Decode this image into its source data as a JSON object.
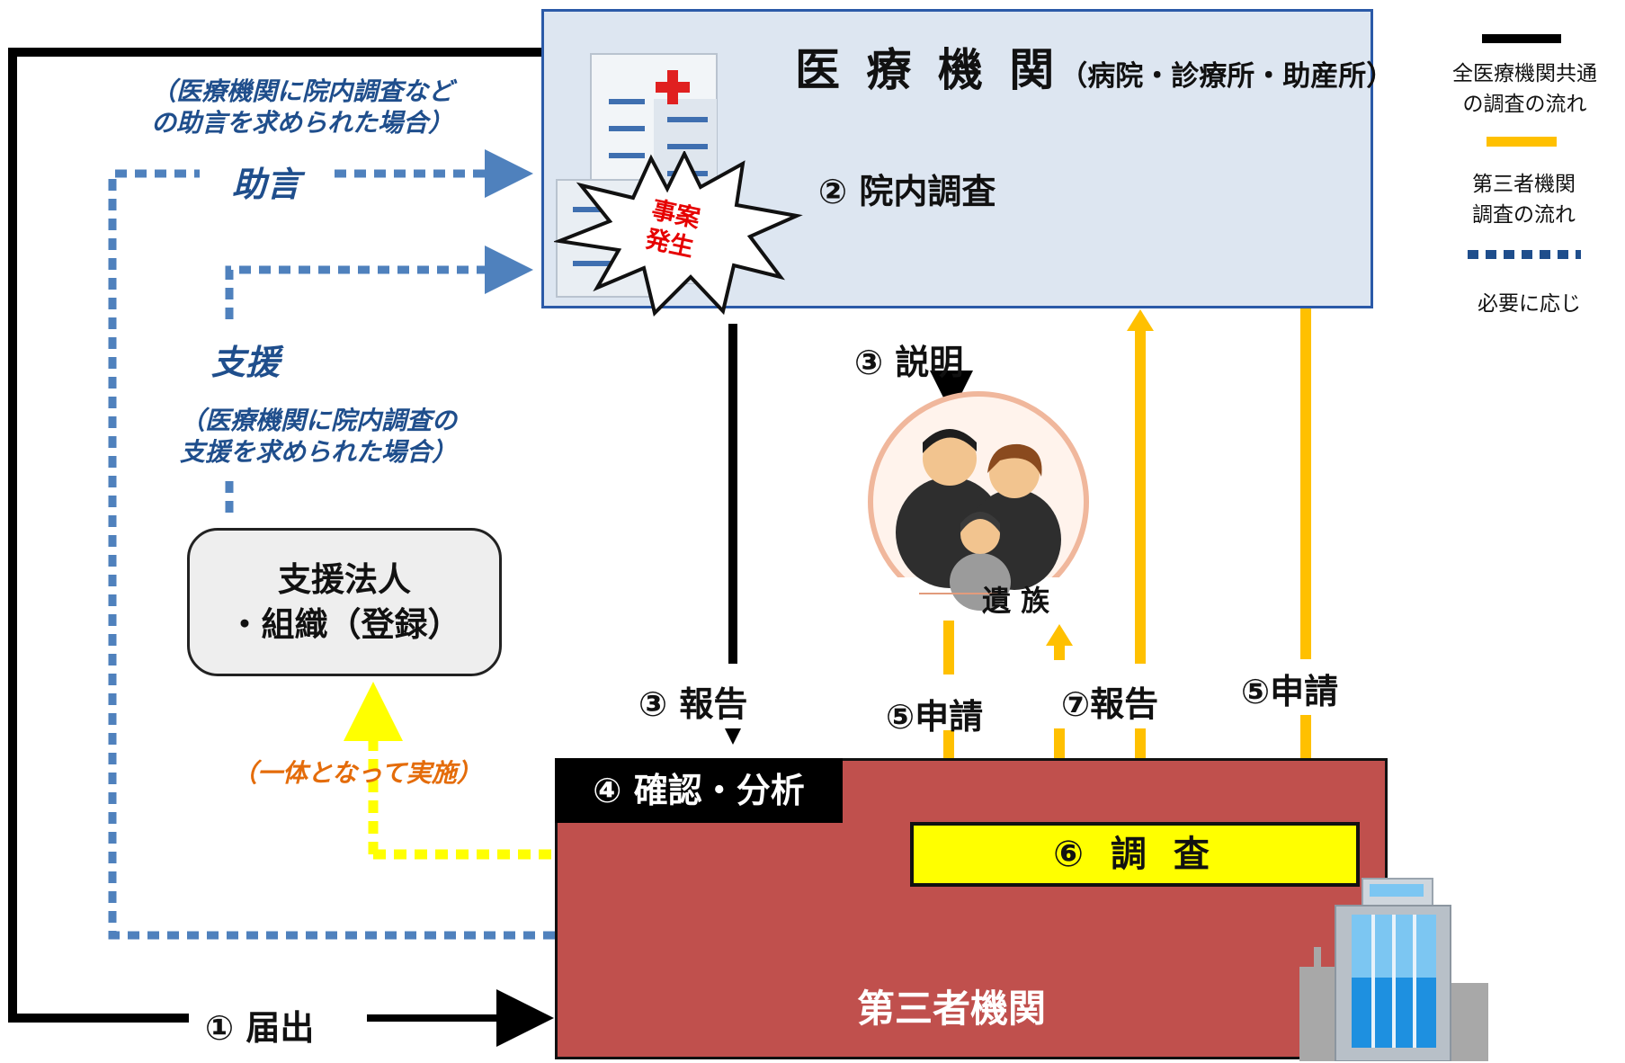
{
  "medical": {
    "title": "医 療 機 関",
    "subtitle": "（病院・診療所・助産所）",
    "event": [
      "事案",
      "発生"
    ]
  },
  "steps": {
    "report_notify": "① 届出",
    "inhouse_investigation": "② 院内調査",
    "explain": "③ 説明",
    "report_third": "③ 報告",
    "confirm_analyze": "④ 確認・分析",
    "apply_family": "⑤申請",
    "apply_medical": "⑤申請",
    "investigation": "⑥ 調 査",
    "report_back": "⑦報告"
  },
  "family": {
    "label": "遺 族"
  },
  "third_party": {
    "label": "第三者機関"
  },
  "support_org": {
    "line1": "支援法人",
    "line2": "・組織（登録）"
  },
  "advice": {
    "label": "助言",
    "note_line1": "（医療機関に院内調査など",
    "note_line2": "の助言を求められた場合）"
  },
  "support": {
    "label": "支援",
    "note_line1": "（医療機関に院内調査の",
    "note_line2": "支援を求められた場合）"
  },
  "joint": {
    "label": "（一体となって実施）"
  },
  "legend": {
    "common_line1": "全医療機関共通",
    "common_line2": "の調査の流れ",
    "third_line1": "第三者機関",
    "third_line2": "調査の流れ",
    "optional": "必要に応じ"
  },
  "colors": {
    "black": "#000000",
    "gold": "#ffc000",
    "blue": "#4f81bd",
    "yellow": "#ffff00",
    "red_box": "#c0504d",
    "light_blue": "#dde6f1",
    "red_text": "#e60000",
    "orange_text": "#e46c0a"
  }
}
